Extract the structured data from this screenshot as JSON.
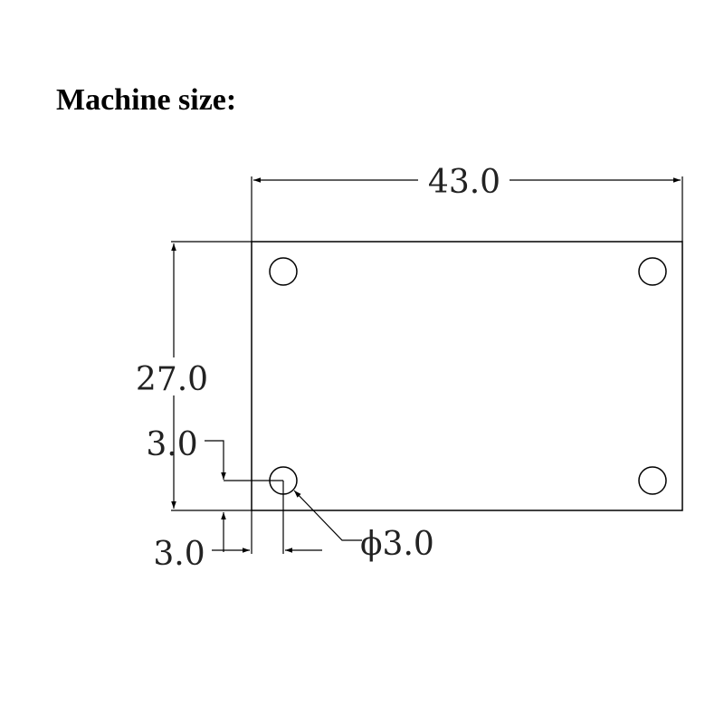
{
  "title": "Machine size:",
  "dimensions": {
    "width": "43.0",
    "height": "27.0",
    "hole_offset_y": "3.0",
    "hole_offset_x": "3.0",
    "hole_diameter": "ϕ3.0"
  },
  "colors": {
    "line": "#000000",
    "text": "#222222",
    "background": "#ffffff"
  }
}
